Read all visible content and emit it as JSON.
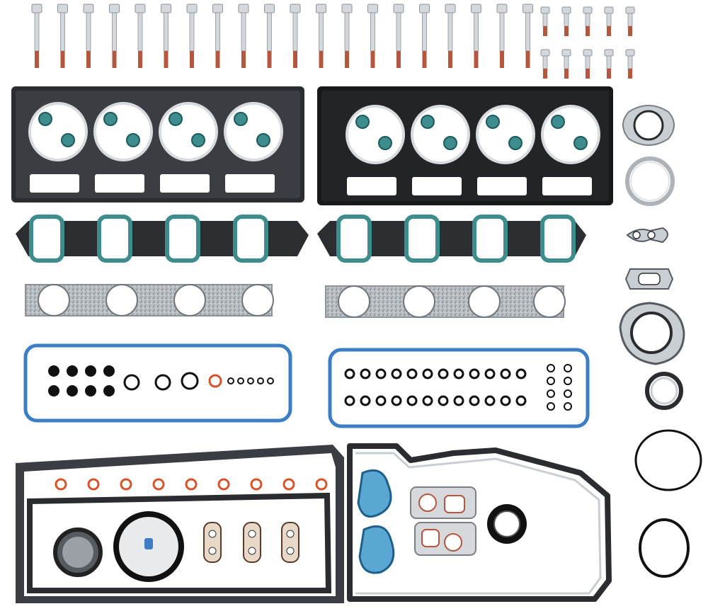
{
  "colors": {
    "background": "#ffffff",
    "metal": "#c9ced3",
    "metal_dark": "#8c9399",
    "black_gasket": "#1e1f22",
    "bolt_silver": "#d4d8dc",
    "thread_red": "#b5563f",
    "teal_seal": "#3d8c8e",
    "blue_seal": "#3b7ec4",
    "orange_ring": "#d6542c",
    "rubber_black": "#111111"
  },
  "parts": {
    "long_bolts": 20,
    "short_bolts": 10,
    "head_gaskets": 2,
    "intake_gaskets": 2,
    "exhaust_gaskets": 2,
    "valve_cover_gaskets": 2
  }
}
